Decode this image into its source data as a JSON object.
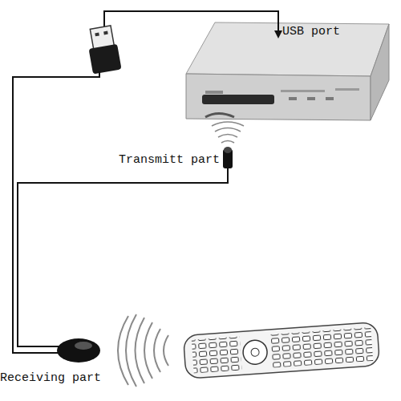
{
  "diagram": {
    "labels": [
      "USB port",
      "Transmitt part",
      "Receiving part"
    ]
  }
}
